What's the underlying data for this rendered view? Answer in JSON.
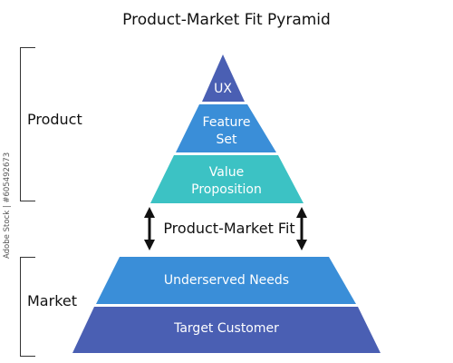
{
  "title": "Product-Market Fit Pyramid",
  "groups": {
    "product": "Product",
    "market": "Market"
  },
  "fit_label": "Product-Market Fit",
  "layers": [
    {
      "id": "ux",
      "text": "UX",
      "color": "#4a5fb3"
    },
    {
      "id": "feature-set",
      "text": "Feature\nSet",
      "color": "#3a8ed8"
    },
    {
      "id": "value-proposition",
      "text": "Value\nProposition",
      "color": "#3cc2c4"
    },
    {
      "id": "underserved-needs",
      "text": "Underserved Needs",
      "color": "#3a8ed8"
    },
    {
      "id": "target-customer",
      "text": "Target Customer",
      "color": "#4a5fb3"
    }
  ],
  "watermark": "Adobe Stock | #605492673"
}
